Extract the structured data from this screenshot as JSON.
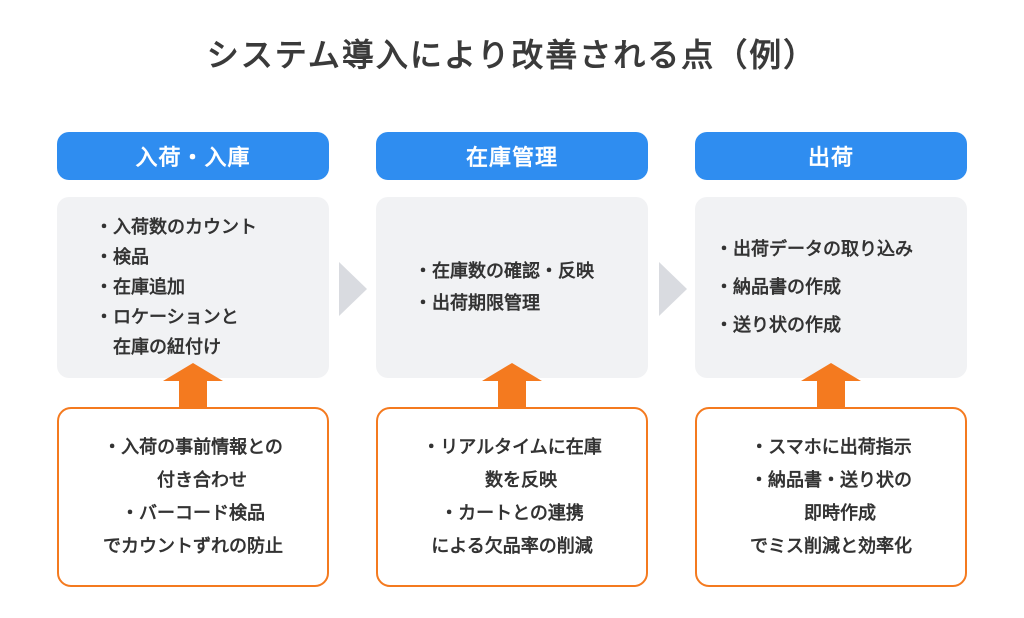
{
  "title": "システム導入により改善される点（例）",
  "columns": [
    {
      "header": "入荷・入庫",
      "current": [
        "・入荷数のカウント",
        "・検品",
        "・在庫追加",
        "・ロケーションと",
        "　在庫の紐付け"
      ],
      "improvements": [
        "・入荷の事前情報との",
        "　付き合わせ",
        "・バーコード検品",
        "でカウントずれの防止"
      ]
    },
    {
      "header": "在庫管理",
      "current": [
        "・在庫数の確認・反映",
        "・出荷期限管理"
      ],
      "improvements": [
        "・リアルタイムに在庫",
        "　数を反映",
        "・カートとの連携",
        "による欠品率の削減"
      ]
    },
    {
      "header": "出荷",
      "current": [
        "・出荷データの取り込み",
        "・納品書の作成",
        "・送り状の作成"
      ],
      "improvements": [
        "・スマホに出荷指示",
        "・納品書・送り状の",
        "　即時作成",
        "でミス削減と効率化"
      ]
    }
  ],
  "colors": {
    "header_blue": "#2f8df0",
    "accent_orange": "#f47a1f",
    "panel_gray": "#f1f2f4",
    "chevron_gray": "#d9dbe0"
  },
  "icons": {
    "up_arrow": "arrow-up-icon",
    "next": "chevron-right-icon"
  }
}
